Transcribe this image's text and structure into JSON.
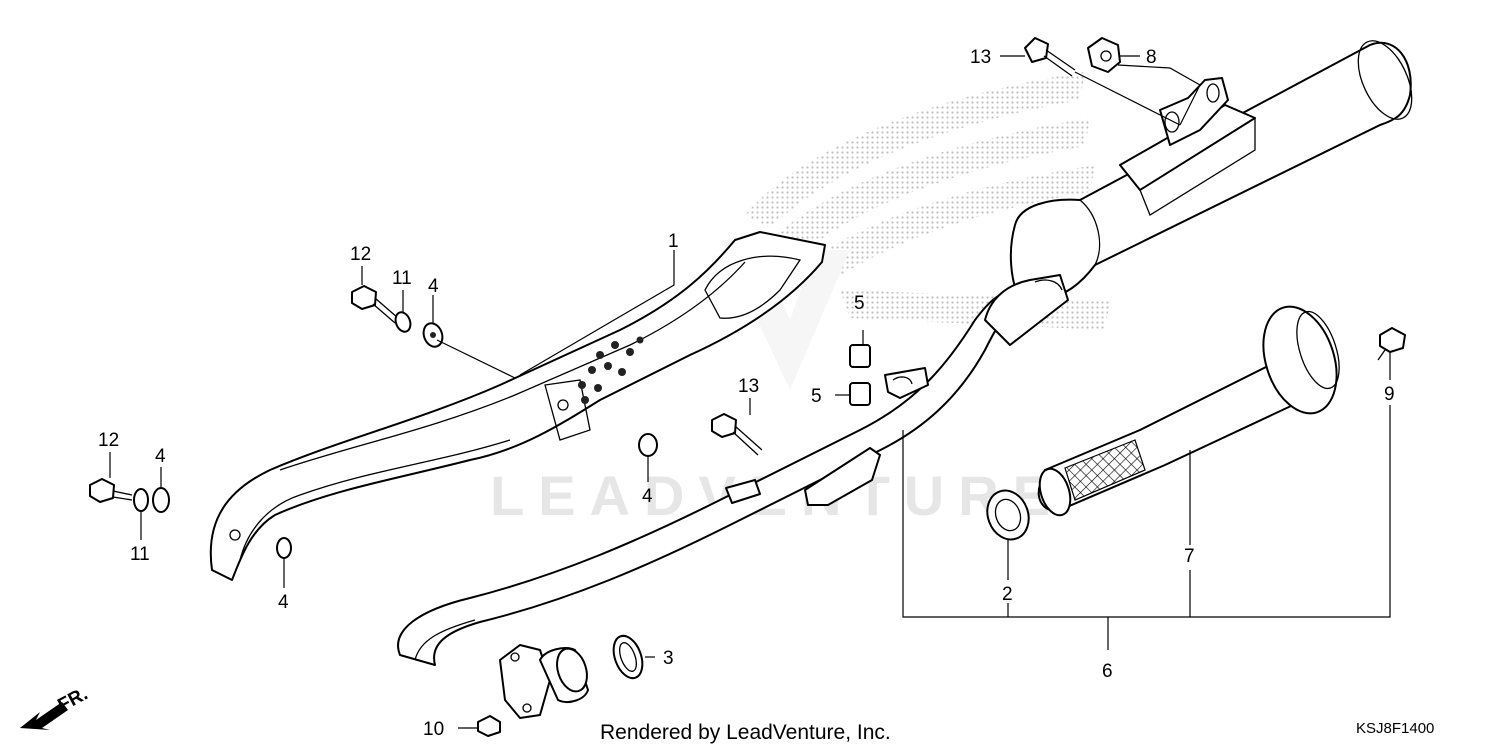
{
  "watermark": {
    "brand_text": "LEADVENTURE"
  },
  "footer": {
    "rendered_by": "Rendered by LeadVenture, Inc.",
    "diagram_code": "KSJ8F1400"
  },
  "direction": {
    "label": "FR."
  },
  "callouts": {
    "c1": "1",
    "c2": "2",
    "c3": "3",
    "c4a": "4",
    "c4b": "4",
    "c4c": "4",
    "c4d": "4",
    "c5a": "5",
    "c5b": "5",
    "c6": "6",
    "c7": "7",
    "c8": "8",
    "c9": "9",
    "c10": "10",
    "c11a": "11",
    "c11b": "11",
    "c12a": "12",
    "c12b": "12",
    "c13a": "13",
    "c13b": "13"
  }
}
